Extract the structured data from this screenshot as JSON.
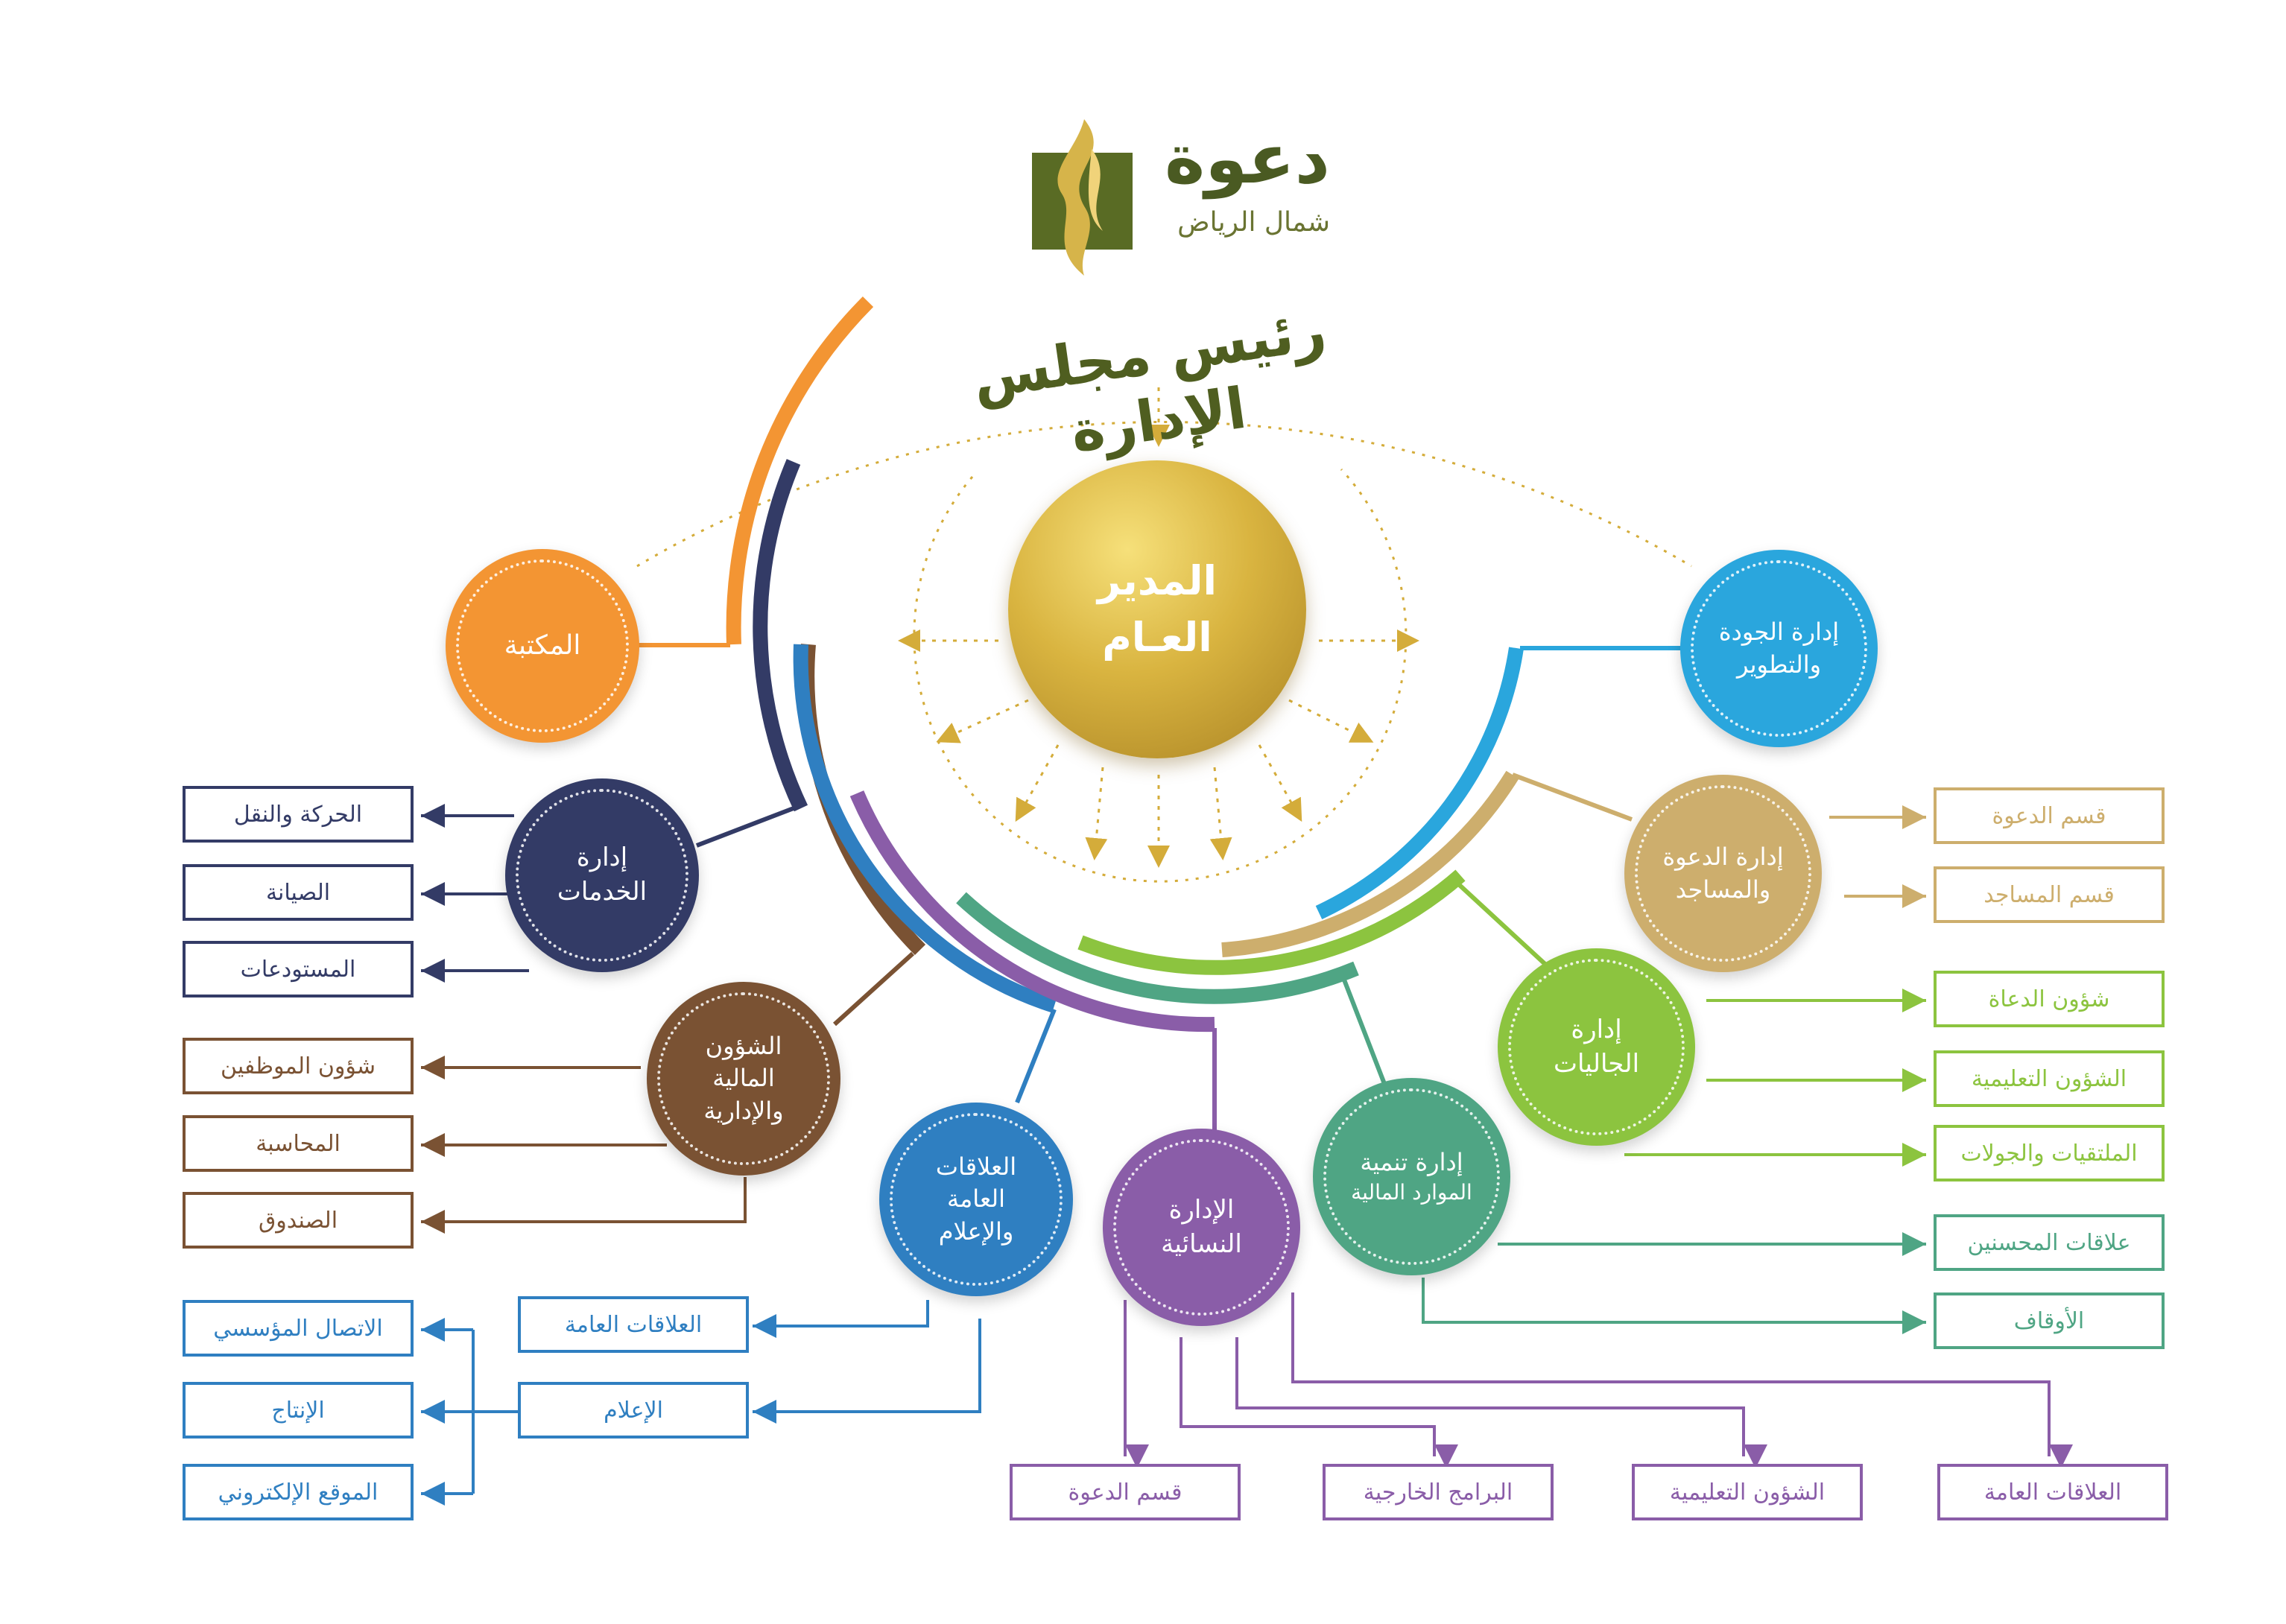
{
  "logo": {
    "name": "دعوة",
    "subtitle": "شمال الرياض"
  },
  "chairman": "رئيس مجلس الإدارة",
  "general_manager": {
    "line1": "المدير",
    "line2": "العـام"
  },
  "colors": {
    "orange": "#F39533",
    "navy": "#333B66",
    "brown": "#7A5233",
    "blue": "#2F7FC1",
    "purple": "#8A5DA8",
    "teal": "#4FA584",
    "green": "#8CC43F",
    "tan": "#CDAE6D",
    "skyblue": "#2AA6DD",
    "olive": "#4F5E20",
    "gold": "#D4AC3A"
  },
  "departments": {
    "library": {
      "label": "المكتبة"
    },
    "services": {
      "label_1": "إدارة",
      "label_2": "الخدمات",
      "children": [
        "الحركة والنقل",
        "الصيانة",
        "المستودعات"
      ]
    },
    "finance": {
      "label_1": "الشؤون",
      "label_2": "المالية",
      "label_3": "والإدارية",
      "children": [
        "شؤون الموظفين",
        "المحاسبة",
        "الصندوق"
      ]
    },
    "media": {
      "label_1": "العلاقات",
      "label_2": "العامة",
      "label_3": "والإعلام",
      "sub": [
        "العلاقات العامة",
        "الإعلام"
      ],
      "media_children": [
        "الاتصال المؤسسي",
        "الإنتاج",
        "الموقع الإلكتروني"
      ]
    },
    "women": {
      "label_1": "الإدارة",
      "label_2": "النسائية",
      "children": [
        "قسم الدعوة",
        "البرامج الخارجية",
        "الشؤون التعليمية",
        "العلاقات العامة"
      ]
    },
    "resources": {
      "label_1": "إدارة تنمية",
      "label_2": "الموارد المالية",
      "children": [
        "علاقات المحسنين",
        "الأوقاف"
      ]
    },
    "communities": {
      "label_1": "إدارة",
      "label_2": "الجاليات",
      "children": [
        "شؤون الدعاة",
        "الشؤون التعليمية",
        "الملتقيات والجولات"
      ]
    },
    "dawah": {
      "label_1": "إدارة الدعوة",
      "label_2": "والمساجد",
      "children": [
        "قسم الدعوة",
        "قسم المساجد"
      ]
    },
    "quality": {
      "label_1": "إدارة الجودة",
      "label_2": "والتطوير"
    }
  }
}
